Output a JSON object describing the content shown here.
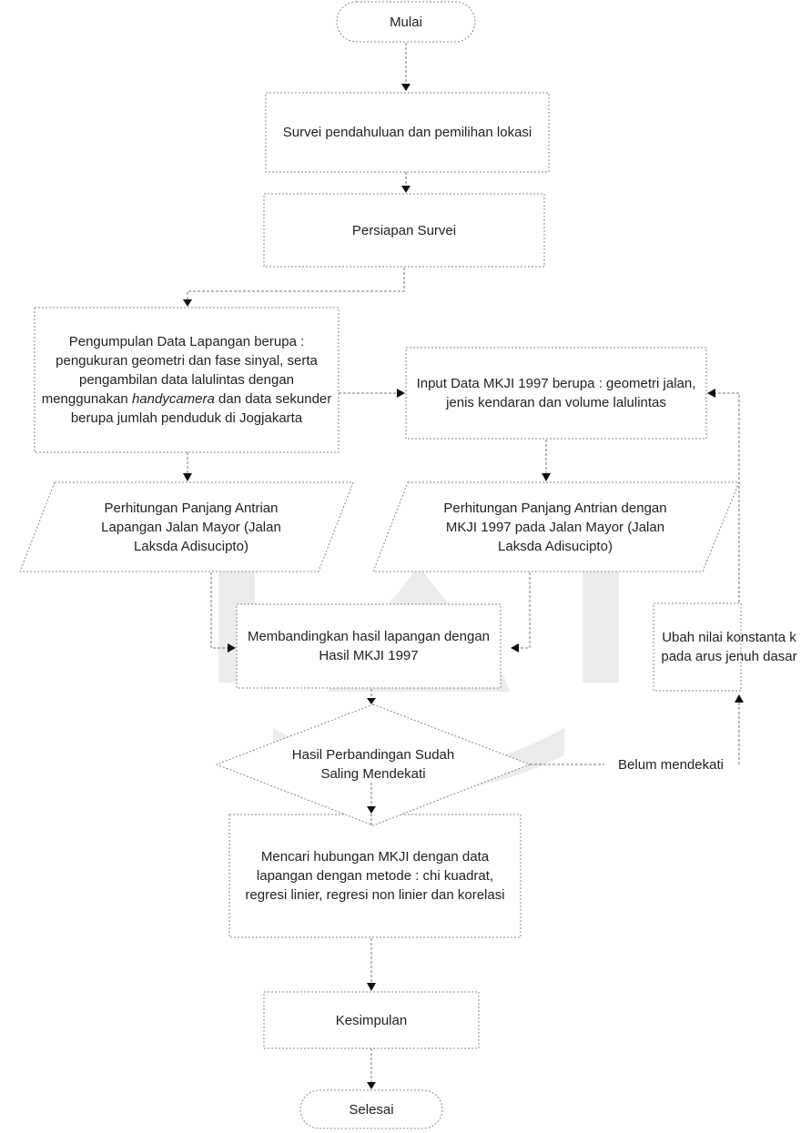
{
  "flowchart": {
    "start": "Mulai",
    "survey": "Survei pendahuluan dan pemilihan lokasi",
    "prep": "Persiapan Survei",
    "field_data": {
      "before": "Pengumpulan Data Lapangan berupa : pengukuran geometri dan fase sinyal, serta pengambilan data lalulintas dengan menggunakan ",
      "italic": "handycamera",
      "after": " dan data sekunder berupa jumlah penduduk di Jogjakarta"
    },
    "mkji_input": "Input Data MKJI 1997 berupa : geometri jalan, jenis kendaran dan volume lalulintas",
    "calc_field": "Perhitungan Panjang Antrian  Lapangan Jalan Mayor (Jalan Laksda Adisucipto)",
    "calc_mkji": "Perhitungan Panjang Antrian dengan MKJI 1997 pada Jalan Mayor (Jalan Laksda Adisucipto)",
    "compare": "Membandingkan hasil lapangan dengan Hasil MKJI 1997",
    "decision": "Hasil Perbandingan Sudah Saling Mendekati",
    "change_k": "Ubah nilai konstanta k pada arus jenuh dasar",
    "not_close": "Belum mendekati",
    "relation": "Mencari hubungan MKJI dengan data lapangan dengan metode : chi kuadrat, regresi linier, regresi non linier dan korelasi",
    "conclusion": "Kesimpulan",
    "end": "Selesai"
  }
}
